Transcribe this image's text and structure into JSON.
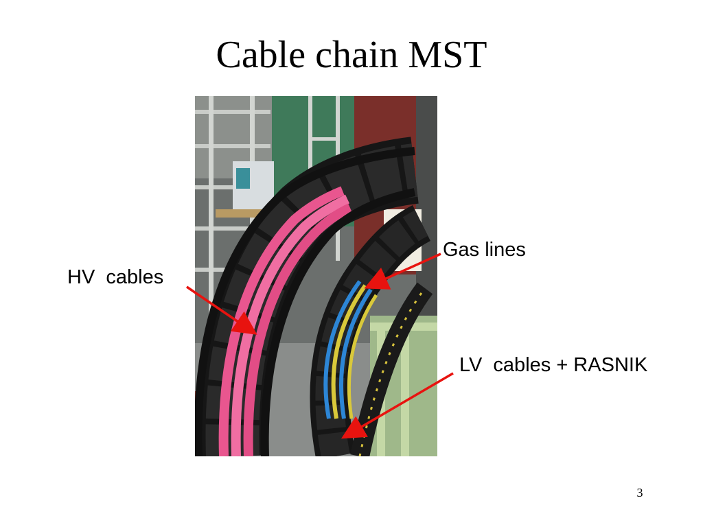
{
  "slide": {
    "title": "Cable chain MST",
    "page_number": "3"
  },
  "photo": {
    "subject": "cable-chain-photo"
  },
  "annotations": [
    {
      "text": "HV  cables"
    },
    {
      "text": "Gas lines"
    },
    {
      "text": "LV  cables + RASNIK"
    }
  ],
  "colors": {
    "arrow": "#e8130f",
    "hv_cable": "#e9568f",
    "gas_line_blue": "#2d86d6",
    "gas_line_yellow": "#d9c83a",
    "chain": "#1b1b1b"
  }
}
